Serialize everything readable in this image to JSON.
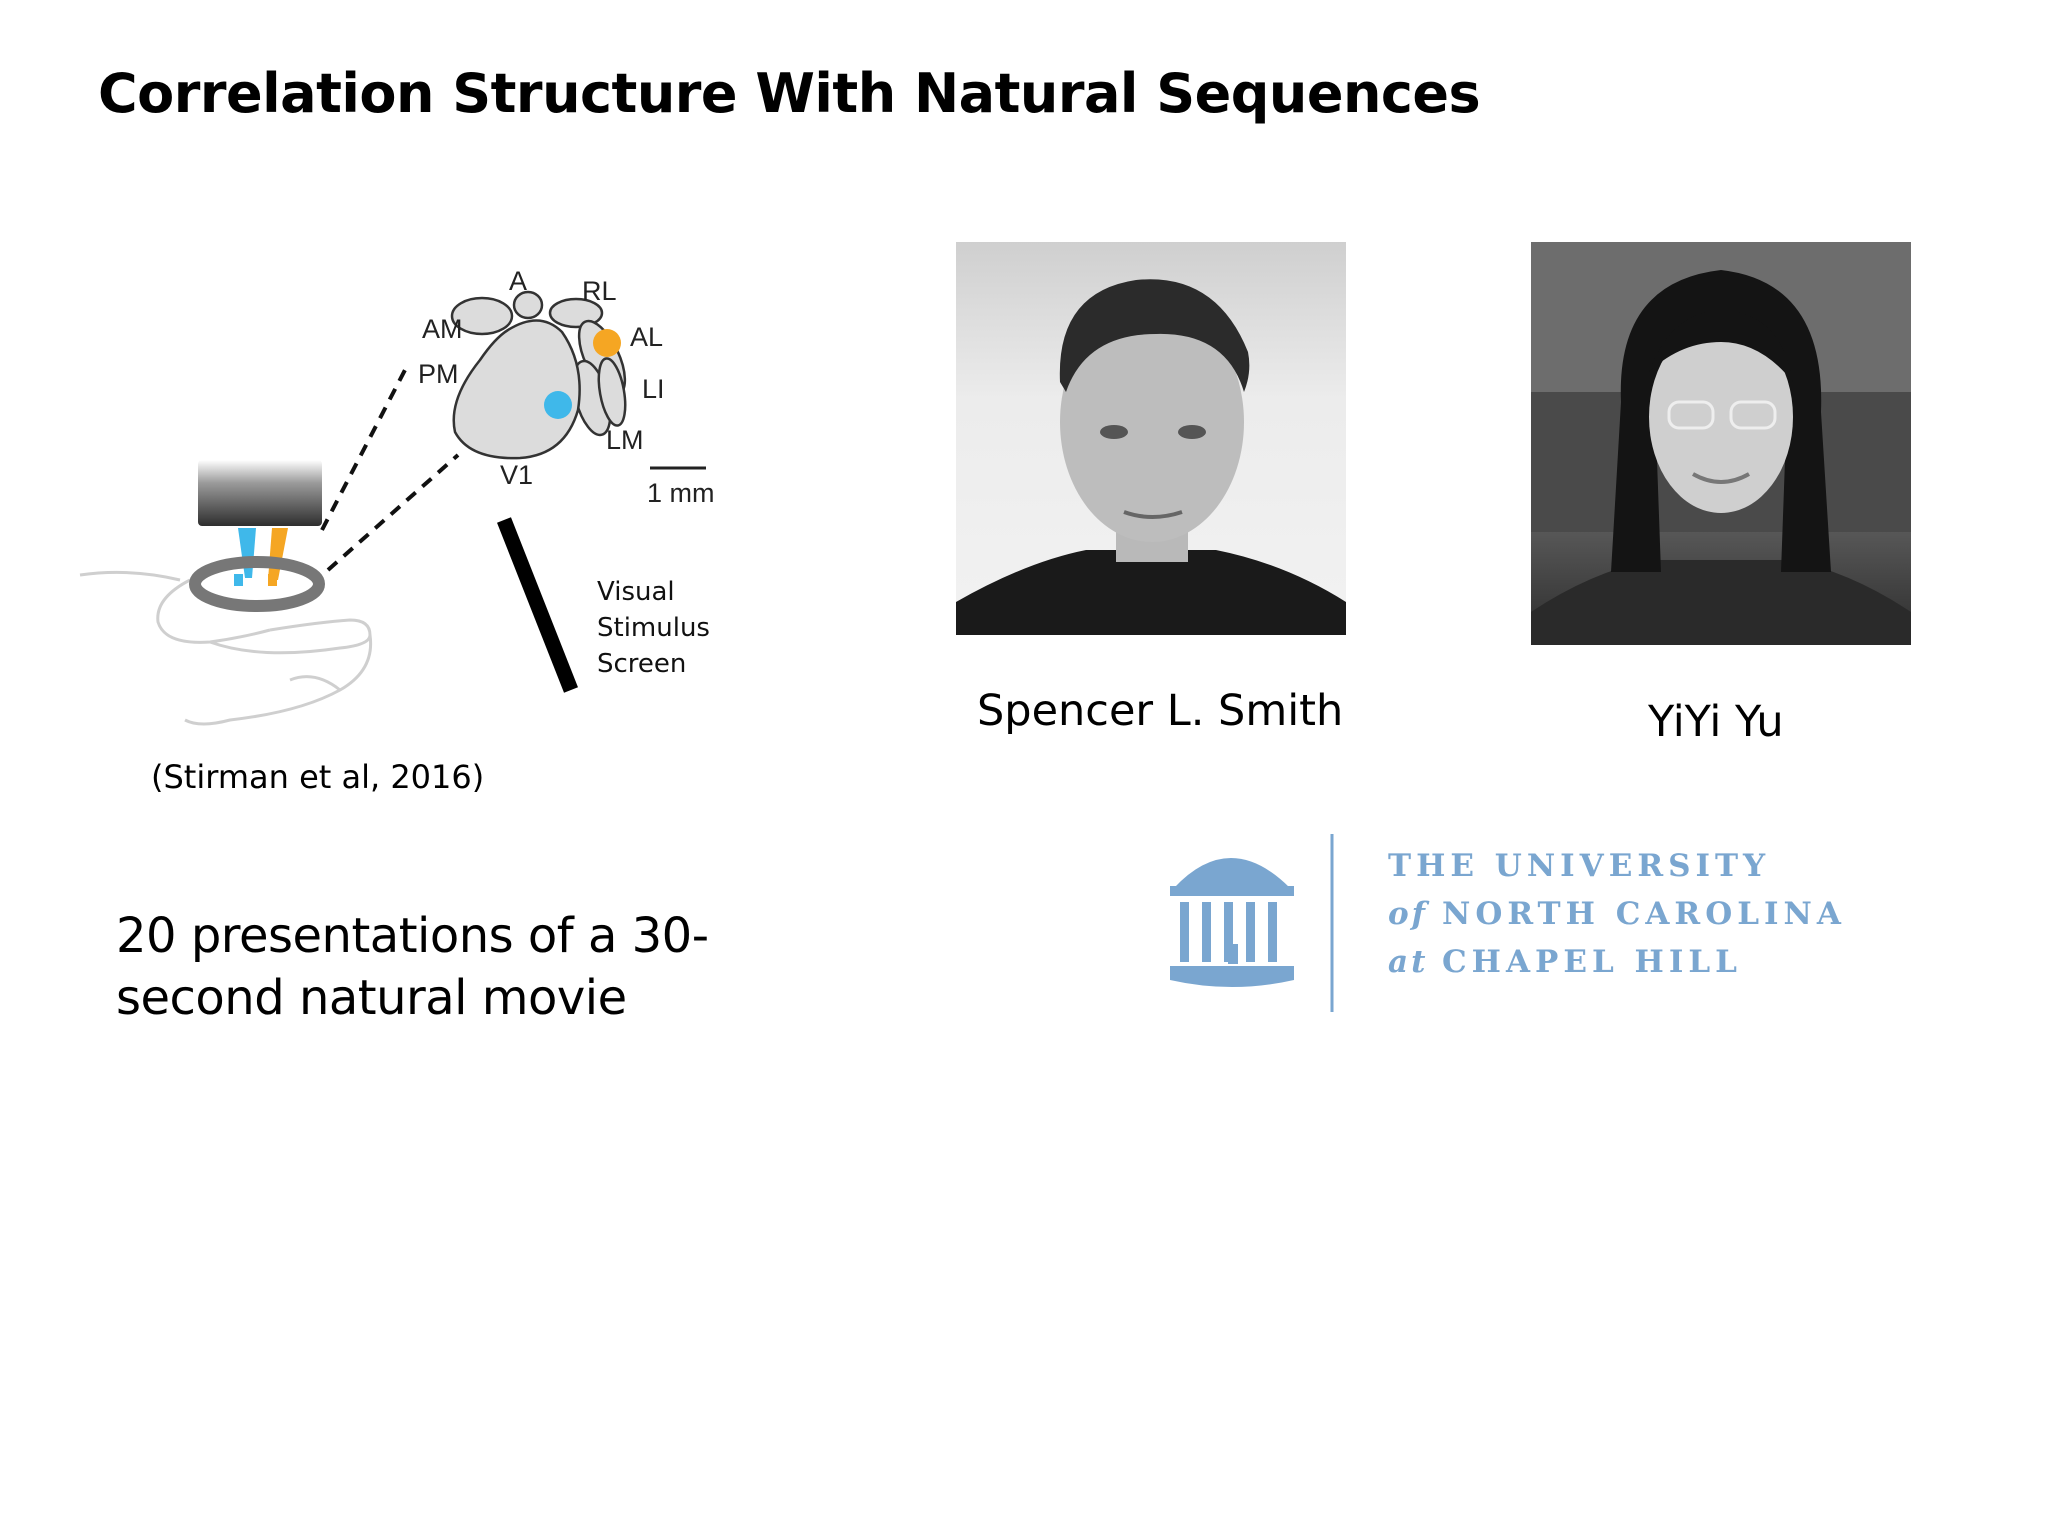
{
  "slide": {
    "title": "Correlation Structure With Natural Sequences",
    "citation": "(Stirman et al, 2016)",
    "description": "20 presentations of a 30-second natural movie"
  },
  "diagram": {
    "area_labels": {
      "a": "A",
      "rl": "RL",
      "am": "AM",
      "al": "AL",
      "pm": "PM",
      "li": "LI",
      "lm": "LM",
      "v1": "V1"
    },
    "scale_bar": "1 mm",
    "screen_label_lines": [
      "Visual",
      "Stimulus",
      "Screen"
    ],
    "colors": {
      "v1_spot": "#3fb8ea",
      "al_spot": "#f5a623"
    }
  },
  "people": [
    {
      "name": "Spencer L. Smith"
    },
    {
      "name": "YiYi Yu"
    }
  ],
  "institution": {
    "lines": [
      {
        "prefix": "",
        "text": "THE UNIVERSITY"
      },
      {
        "prefix": "of",
        "text": "NORTH CAROLINA"
      },
      {
        "prefix": "at",
        "text": "CHAPEL HILL"
      }
    ],
    "color": "#7aa6d0"
  }
}
